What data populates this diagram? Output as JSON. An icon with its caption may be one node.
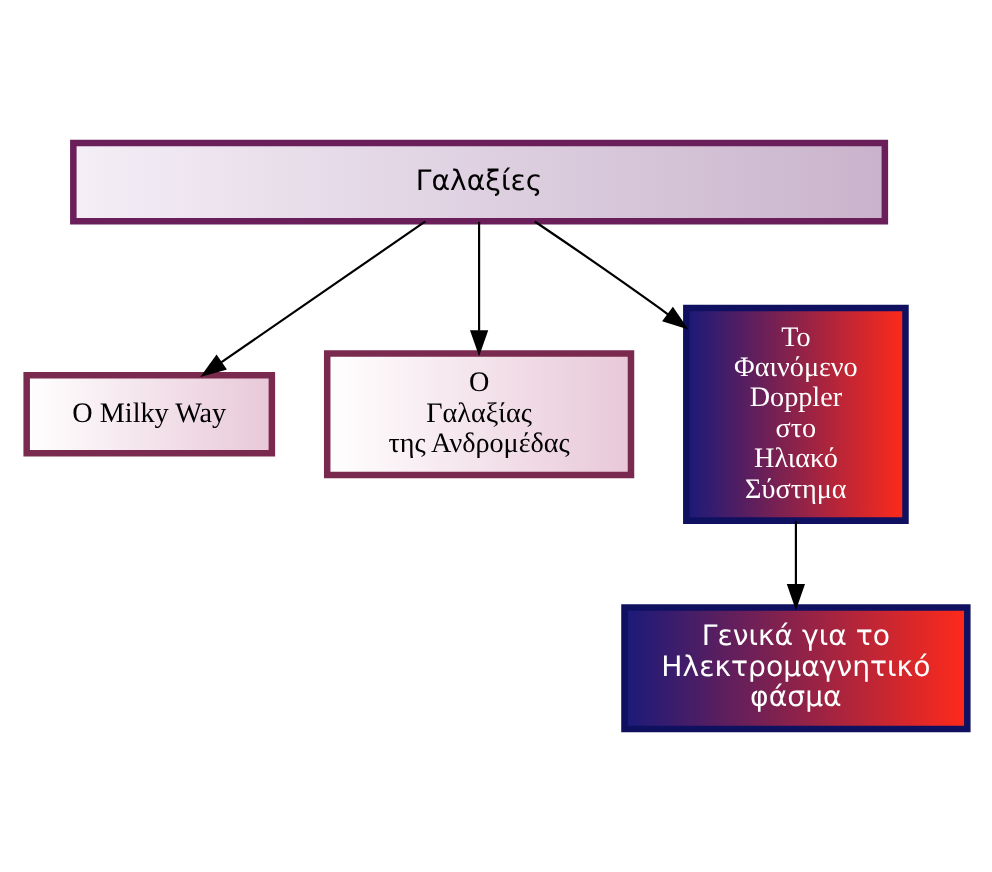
{
  "diagram": {
    "nodes": [
      {
        "text": [
          "Γαλαξίες"
        ]
      },
      {
        "text": [
          "Ο Milky Way"
        ]
      },
      {
        "text": [
          "Ο Γαλαξίας της Ανδρομέδας"
        ]
      },
      {
        "text": [
          "Το Φαινόμενο Doppler στο Ηλιακό Σύστημα"
        ]
      },
      {
        "text": [
          "Γενικά για το Ηλεκτρομαγνητικό φάσμα"
        ]
      }
    ],
    "edges": [
      {
        "from": 0,
        "to": 1,
        "arrow": "to"
      },
      {
        "from": 0,
        "to": 2,
        "arrow": "to"
      },
      {
        "from": 0,
        "to": 3,
        "arrow": "to"
      },
      {
        "from": 3,
        "to": 4,
        "arrow": "to"
      }
    ]
  }
}
